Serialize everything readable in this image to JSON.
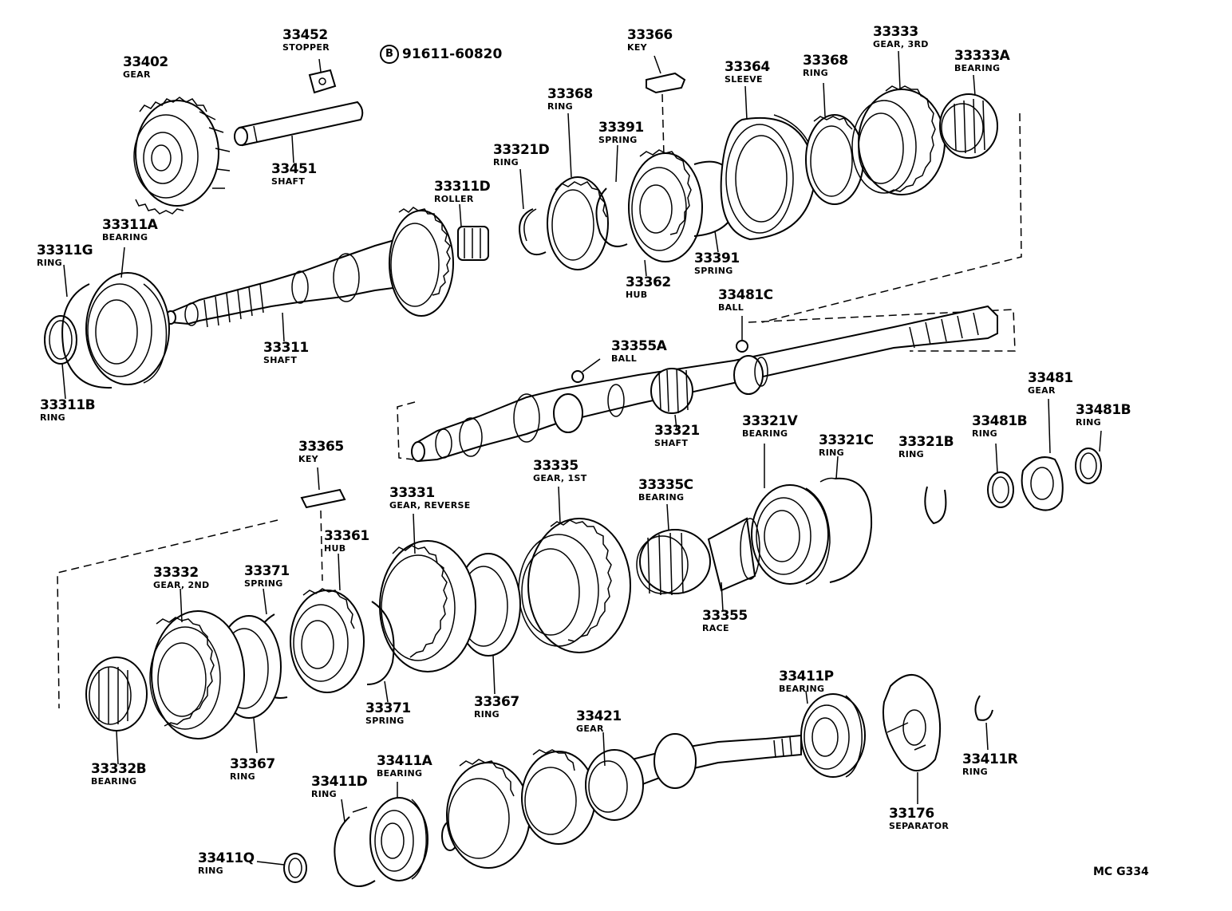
{
  "diagram": {
    "figure_code": "MC G334",
    "bolt": {
      "symbol": "B",
      "part_no": "91611-60820"
    },
    "parts": [
      {
        "id": "33452",
        "number": "33452",
        "name": "STOPPER"
      },
      {
        "id": "33402",
        "number": "33402",
        "name": "GEAR"
      },
      {
        "id": "33451",
        "number": "33451",
        "name": "SHAFT"
      },
      {
        "id": "33366",
        "number": "33366",
        "name": "KEY"
      },
      {
        "id": "33368a",
        "number": "33368",
        "name": "RING"
      },
      {
        "id": "33364",
        "number": "33364",
        "name": "SLEEVE"
      },
      {
        "id": "33368b",
        "number": "33368",
        "name": "RING"
      },
      {
        "id": "33333",
        "number": "33333",
        "name": "GEAR, 3RD"
      },
      {
        "id": "33333A",
        "number": "33333A",
        "name": "BEARING"
      },
      {
        "id": "33391a",
        "number": "33391",
        "name": "SPRING"
      },
      {
        "id": "33321D",
        "number": "33321D",
        "name": "RING"
      },
      {
        "id": "33311D",
        "number": "33311D",
        "name": "ROLLER"
      },
      {
        "id": "33311A",
        "number": "33311A",
        "name": "BEARING"
      },
      {
        "id": "33311G",
        "number": "33311G",
        "name": "RING"
      },
      {
        "id": "33391b",
        "number": "33391",
        "name": "SPRING"
      },
      {
        "id": "33362",
        "number": "33362",
        "name": "HUB"
      },
      {
        "id": "33481C",
        "number": "33481C",
        "name": "BALL"
      },
      {
        "id": "33311",
        "number": "33311",
        "name": "SHAFT"
      },
      {
        "id": "33355A",
        "number": "33355A",
        "name": "BALL"
      },
      {
        "id": "33311B",
        "number": "33311B",
        "name": "RING"
      },
      {
        "id": "33481",
        "number": "33481",
        "name": "GEAR"
      },
      {
        "id": "33481Ba",
        "number": "33481B",
        "name": "RING"
      },
      {
        "id": "33481Bb",
        "number": "33481B",
        "name": "RING"
      },
      {
        "id": "33321",
        "number": "33321",
        "name": "SHAFT"
      },
      {
        "id": "33321V",
        "number": "33321V",
        "name": "BEARING"
      },
      {
        "id": "33321C",
        "number": "33321C",
        "name": "RING"
      },
      {
        "id": "33321B",
        "number": "33321B",
        "name": "RING"
      },
      {
        "id": "33365",
        "number": "33365",
        "name": "KEY"
      },
      {
        "id": "33335",
        "number": "33335",
        "name": "GEAR, 1ST"
      },
      {
        "id": "33331",
        "number": "33331",
        "name": "GEAR, REVERSE"
      },
      {
        "id": "33335C",
        "number": "33335C",
        "name": "BEARING"
      },
      {
        "id": "33361",
        "number": "33361",
        "name": "HUB"
      },
      {
        "id": "33371a",
        "number": "33371",
        "name": "SPRING"
      },
      {
        "id": "33332",
        "number": "33332",
        "name": "GEAR, 2ND"
      },
      {
        "id": "33355",
        "number": "33355",
        "name": "RACE"
      },
      {
        "id": "33371b",
        "number": "33371",
        "name": "SPRING"
      },
      {
        "id": "33367a",
        "number": "33367",
        "name": "RING"
      },
      {
        "id": "33411P",
        "number": "33411P",
        "name": "BEARING"
      },
      {
        "id": "33421",
        "number": "33421",
        "name": "GEAR"
      },
      {
        "id": "33332B",
        "number": "33332B",
        "name": "BEARING"
      },
      {
        "id": "33367b",
        "number": "33367",
        "name": "RING"
      },
      {
        "id": "33411A",
        "number": "33411A",
        "name": "BEARING"
      },
      {
        "id": "33411D",
        "number": "33411D",
        "name": "RING"
      },
      {
        "id": "33411R",
        "number": "33411R",
        "name": "RING"
      },
      {
        "id": "33176",
        "number": "33176",
        "name": "SEPARATOR"
      },
      {
        "id": "33411Q",
        "number": "33411Q",
        "name": "RING"
      }
    ]
  }
}
